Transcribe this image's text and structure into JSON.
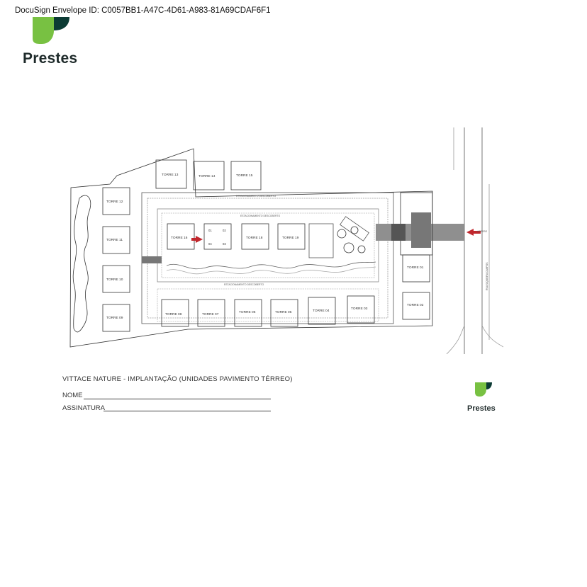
{
  "envelope_id": "DocuSign Envelope ID: C0057BB1-A47C-4D61-A983-81A69CDAF6F1",
  "brand": {
    "name": "Prestes",
    "colors": {
      "green": "#78c142",
      "dark": "#1e2a2a",
      "accent_red": "#c0272d"
    }
  },
  "plan": {
    "towers": [
      {
        "label": "TORRE 13"
      },
      {
        "label": "TORRE 14"
      },
      {
        "label": "TORRE 15"
      },
      {
        "label": "TORRE 12"
      },
      {
        "label": "TORRE 11"
      },
      {
        "label": "TORRE 10"
      },
      {
        "label": "TORRE 09"
      },
      {
        "label": "TORRE 16"
      },
      {
        "label": "TORRE 18"
      },
      {
        "label": "TORRE 19"
      },
      {
        "label": "TORRE 08"
      },
      {
        "label": "TORRE 07"
      },
      {
        "label": "TORRE 06"
      },
      {
        "label": "TORRE 05"
      },
      {
        "label": "TORRE 04"
      },
      {
        "label": "TORRE 03"
      },
      {
        "label": "TORRE 01"
      },
      {
        "label": "TORRE 02"
      }
    ],
    "units": [
      "01",
      "02",
      "04",
      "03"
    ],
    "parking_label": "ESTACIONAMENTO DESCOBERTO",
    "access_label": "ACESSO",
    "street_label": "RUA SIQUEIRA CAMPOS"
  },
  "caption": "VITTACE NATURE - IMPLANTAÇÃO (UNIDADES PAVIMENTO TÉRREO)",
  "form": {
    "name_label": "NOME",
    "signature_label": "ASSINATURA"
  }
}
